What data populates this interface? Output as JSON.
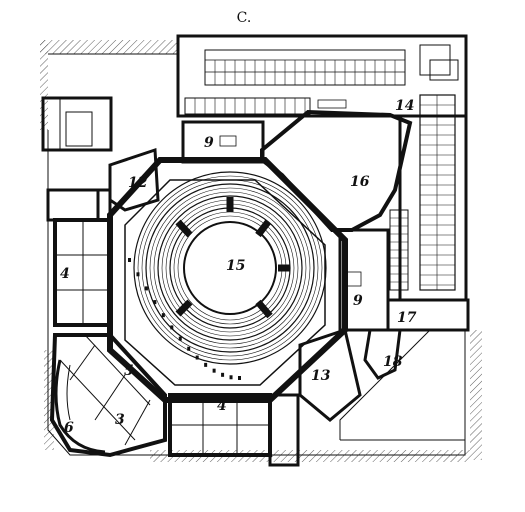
{
  "figure": {
    "caption": "C.",
    "rooms": [
      {
        "id": "r4a",
        "label": "4"
      },
      {
        "id": "r4b",
        "label": "4"
      },
      {
        "id": "r3",
        "label": "3"
      },
      {
        "id": "r5",
        "label": "5"
      },
      {
        "id": "r6",
        "label": "6"
      },
      {
        "id": "r9a",
        "label": "9"
      },
      {
        "id": "r9b",
        "label": "9"
      },
      {
        "id": "r12",
        "label": "12"
      },
      {
        "id": "r13",
        "label": "13"
      },
      {
        "id": "r14",
        "label": "14"
      },
      {
        "id": "r15",
        "label": "15"
      },
      {
        "id": "r16",
        "label": "16"
      },
      {
        "id": "r17",
        "label": "17"
      },
      {
        "id": "r18",
        "label": "18"
      }
    ]
  },
  "colors": {
    "ink": "#111111",
    "paper": "#ffffff"
  }
}
